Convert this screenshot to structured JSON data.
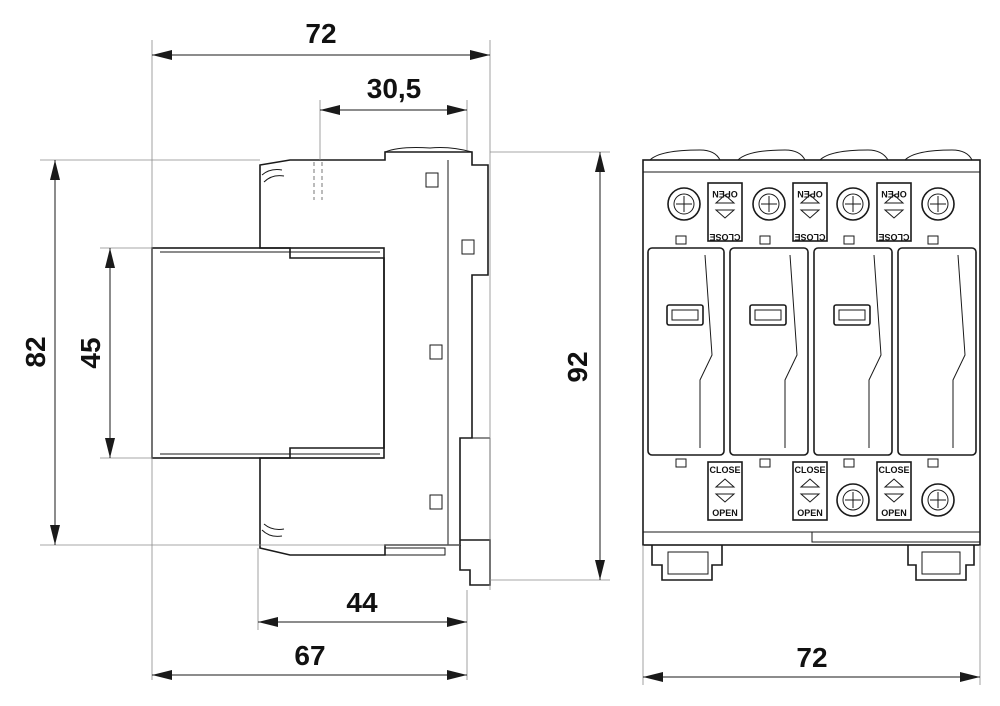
{
  "dimensions": {
    "side_total_width": "72",
    "side_offset": "30,5",
    "side_total_height": "82",
    "side_window_height": "45",
    "side_bottom_inner": "44",
    "side_bottom_outer": "67",
    "front_total_height": "92",
    "front_total_width": "72"
  },
  "switch_labels": {
    "open": "OPEN",
    "close": "CLOSE"
  }
}
